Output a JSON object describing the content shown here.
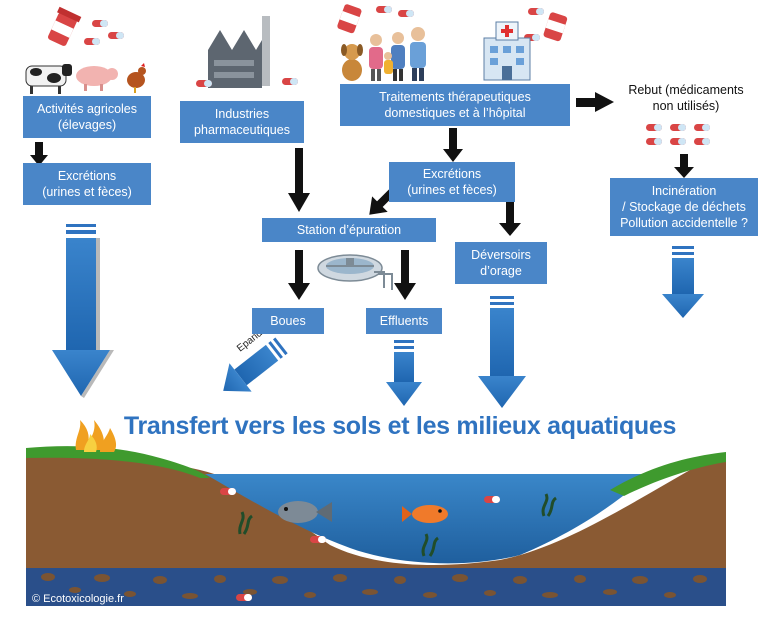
{
  "boxes": {
    "agri": [
      "Activités agricoles",
      "(élevages)"
    ],
    "agri_excretions": [
      "Excrétions",
      "(urines et fèces)"
    ],
    "industries": [
      "Industries",
      "pharmaceutiques"
    ],
    "traitements": [
      "Traitements thérapeutiques",
      "domestiques et à l’hôpital"
    ],
    "rebut": [
      "Rebut (médicaments",
      "non utilisés)"
    ],
    "excretions": [
      "Excrétions",
      "(urines et fèces)"
    ],
    "station": "Station d’épuration",
    "deversoirs": [
      "Déversoirs",
      "d’orage"
    ],
    "incineration": [
      "Incinération",
      "/ Stockage de déchets",
      "Pollution accidentelle ?"
    ],
    "boues": "Boues",
    "effluents": "Effluents"
  },
  "epandage": "Epandage",
  "title": "Transfert vers les sols et les milieux aquatiques",
  "credit": "© Ecotoxicologie.fr",
  "icons": [
    "pill-bottle-icon",
    "capsule-icon",
    "cow-icon",
    "pig-icon",
    "chicken-icon",
    "factory-icon",
    "dog-icon",
    "family-icon",
    "hospital-icon",
    "treatment-plant-icon",
    "fire-icon",
    "fish-icon",
    "aquatic-plant-icon"
  ],
  "colors": {
    "box": "#4a86c8",
    "arrow": "#2f73c0",
    "title": "#2f73c0",
    "water": "#2b73b6",
    "soil": "#8a5a33",
    "grass": "#3f9a2e"
  }
}
